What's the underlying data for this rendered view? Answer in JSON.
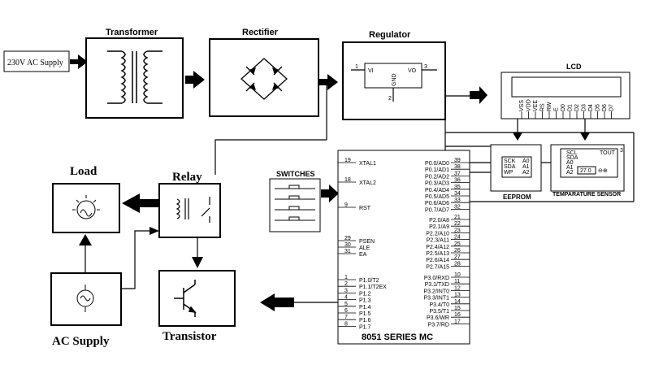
{
  "blocks": {
    "supply": "230V AC Supply",
    "transformer": "Transformer",
    "rectifier": "Rectifier",
    "regulator": "Regulator",
    "lcd": "LCD",
    "eeprom": "EEPROM",
    "temp_sensor": "TEMPARATURE SENSOR",
    "switches": "SWITCHES",
    "load": "Load",
    "relay": "Relay",
    "ac_supply": "AC Supply",
    "transistor": "Transistor",
    "mcu": "8051 SERIES MC"
  },
  "regulator_pins": {
    "vi": "VI",
    "vo": "VO",
    "gnd": "GND",
    "p1": "1",
    "p2": "2",
    "p3": "3"
  },
  "lcd_pins": [
    "VSS",
    "VDD",
    "VEE",
    "RS",
    "RW",
    "E",
    "D0",
    "D1",
    "D2",
    "D3",
    "D4",
    "D5",
    "D6",
    "D7"
  ],
  "eeprom_pins": {
    "left": [
      "SCK",
      "SDA",
      "WP"
    ],
    "right": [
      "A0",
      "A1",
      "A2"
    ]
  },
  "sensor_pins": {
    "left": [
      "SCL",
      "SDA",
      "A0",
      "A1",
      "A2"
    ],
    "tout": "TOUT",
    "value": "27.0",
    "pin3": "3"
  },
  "mcu_left": [
    {
      "num": "19",
      "name": "XTAL1"
    },
    {
      "num": "18",
      "name": "XTAL2"
    },
    {
      "num": "9",
      "name": "RST"
    },
    {
      "num": "29",
      "name": "PSEN"
    },
    {
      "num": "30",
      "name": "ALE"
    },
    {
      "num": "31",
      "name": "EA"
    }
  ],
  "mcu_p1": [
    {
      "num": "1",
      "name": "P1.0/T2"
    },
    {
      "num": "2",
      "name": "P1.1/T2EX"
    },
    {
      "num": "3",
      "name": "P1.2"
    },
    {
      "num": "4",
      "name": "P1.3"
    },
    {
      "num": "5",
      "name": "P1.4"
    },
    {
      "num": "6",
      "name": "P1.5"
    },
    {
      "num": "7",
      "name": "P1.6"
    },
    {
      "num": "8",
      "name": "P1.7"
    }
  ],
  "mcu_p0": [
    {
      "num": "39",
      "name": "P0.0/AD0"
    },
    {
      "num": "38",
      "name": "P0.1/AD1"
    },
    {
      "num": "37",
      "name": "P0.2/AD2"
    },
    {
      "num": "36",
      "name": "P0.3/AD3"
    },
    {
      "num": "35",
      "name": "P0.4/AD4"
    },
    {
      "num": "34",
      "name": "P0.5/AD5"
    },
    {
      "num": "33",
      "name": "P0.6/AD6"
    },
    {
      "num": "32",
      "name": "P0.7/AD7"
    }
  ],
  "mcu_p2": [
    {
      "num": "21",
      "name": "P2.0/A8"
    },
    {
      "num": "22",
      "name": "P2.1/A9"
    },
    {
      "num": "23",
      "name": "P2.2/A10"
    },
    {
      "num": "24",
      "name": "P2.3/A11"
    },
    {
      "num": "25",
      "name": "P2.4/A12"
    },
    {
      "num": "26",
      "name": "P2.5/A13"
    },
    {
      "num": "27",
      "name": "P2.6/A14"
    },
    {
      "num": "28",
      "name": "P2.7/A15"
    }
  ],
  "mcu_p3": [
    {
      "num": "10",
      "name": "P3.0/RXD"
    },
    {
      "num": "11",
      "name": "P3.1/TXD"
    },
    {
      "num": "12",
      "name": "P3.2/INT0"
    },
    {
      "num": "13",
      "name": "P3.3/INT1"
    },
    {
      "num": "14",
      "name": "P3.4/T0"
    },
    {
      "num": "15",
      "name": "P3.5/T1"
    },
    {
      "num": "16",
      "name": "P3.6/WR"
    },
    {
      "num": "17",
      "name": "P3.7/RD"
    }
  ]
}
